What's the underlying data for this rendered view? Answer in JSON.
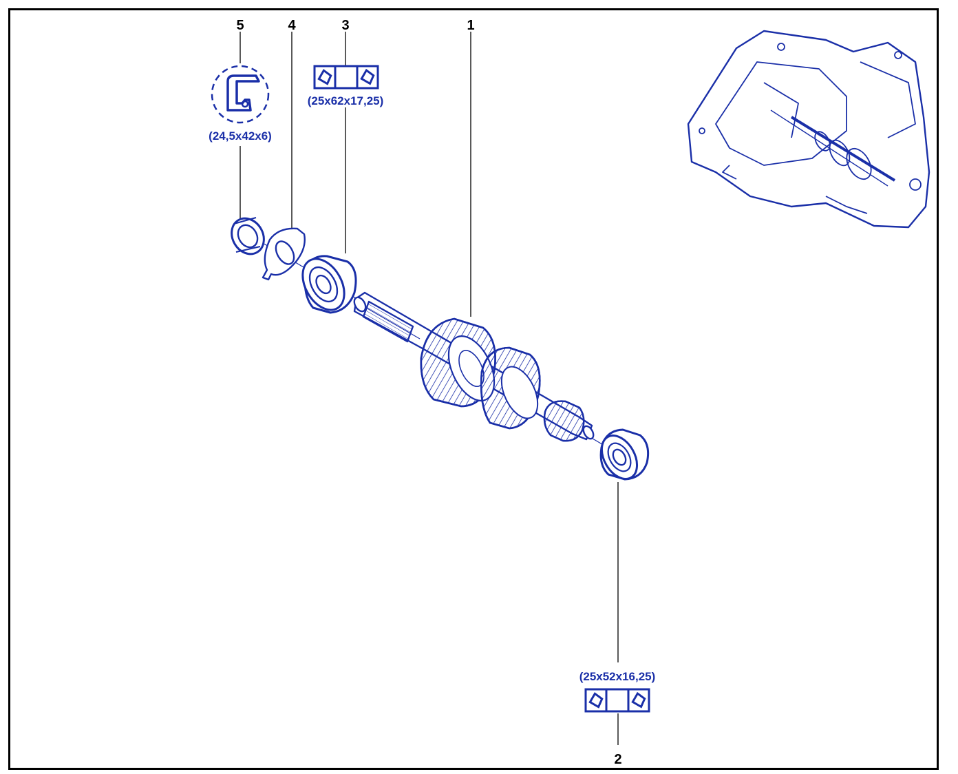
{
  "colors": {
    "line_art": "#1a2fa8",
    "leader": "#000000",
    "label": "#1a2fa8"
  },
  "callouts": {
    "part_1": {
      "number": "1"
    },
    "part_2": {
      "number": "2",
      "dimension": "(25x52x16,25)",
      "icon": "tapered-roller-bearing-icon"
    },
    "part_3": {
      "number": "3",
      "dimension": "(25x62x17,25)",
      "icon": "tapered-roller-bearing-icon"
    },
    "part_4": {
      "number": "4"
    },
    "part_5": {
      "number": "5",
      "dimension": "(24,5x42x6)",
      "icon": "oil-seal-icon"
    }
  },
  "icons": {
    "shaft": "gearbox-primary-shaft-icon",
    "bearing": "bearing-icon",
    "shim": "shim-washer-icon",
    "seal": "lip-seal-icon",
    "gearbox": "gearbox-assembly-icon"
  }
}
